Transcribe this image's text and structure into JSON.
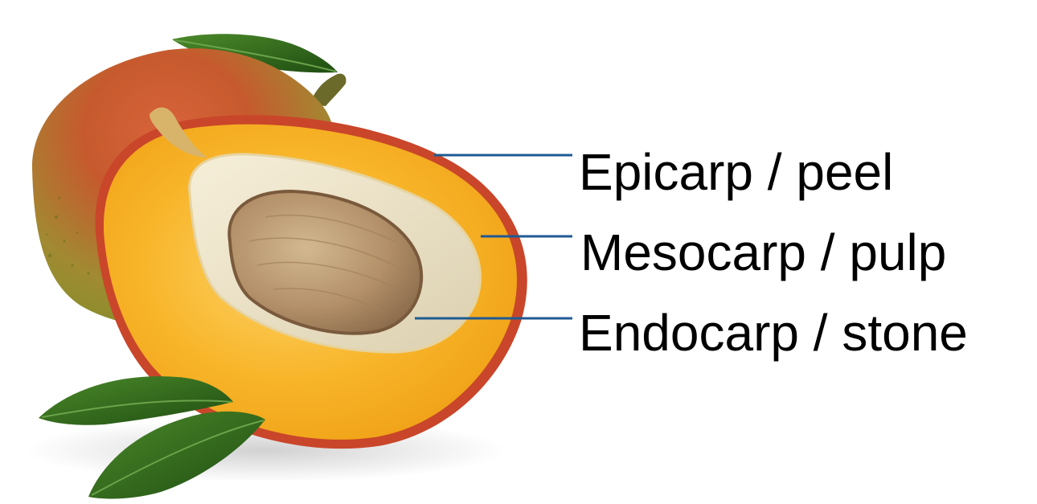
{
  "labels": {
    "epicarp": "Epicarp / peel",
    "mesocarp": "Mesocarp / pulp",
    "endocarp": "Endocarp / stone"
  },
  "colors": {
    "leader_line": "#1f5a93",
    "pulp": "#f6ad1c",
    "peel_red": "#c9452a",
    "peel_green": "#8a9a2c",
    "stone": "#b3926a",
    "endocarp_fiber": "#ede3c8",
    "leaf": "#2f6b1c",
    "text": "#000000"
  }
}
